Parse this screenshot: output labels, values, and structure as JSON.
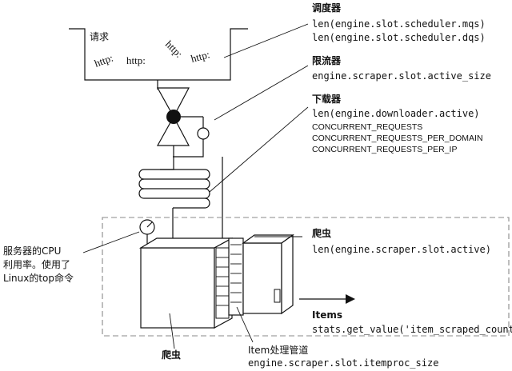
{
  "request_queue": {
    "label": "请求",
    "http_items": [
      "http:",
      "http:",
      "http:",
      "http:"
    ]
  },
  "scheduler": {
    "title": "调度器",
    "lines": [
      "len(engine.slot.scheduler.mqs)",
      "len(engine.slot.scheduler.dqs)"
    ]
  },
  "throttler": {
    "title": "限流器",
    "lines": [
      "engine.scraper.slot.active_size"
    ]
  },
  "downloader": {
    "title": "下载器",
    "lines": [
      "len(engine.downloader.active)",
      "CONCURRENT_REQUESTS",
      "CONCURRENT_REQUESTS_PER_DOMAIN",
      "CONCURRENT_REQUESTS_PER_IP"
    ]
  },
  "spider_region": {
    "title": "爬虫",
    "lines": [
      "len(engine.scraper.slot.active)"
    ]
  },
  "cpu_note": {
    "lines": [
      "服务器的CPU",
      "利用率。使用了",
      "Linux的top命令"
    ]
  },
  "items_output": {
    "title": "Items",
    "stat": "stats.get_value('item_scraped_count')"
  },
  "pipeline": {
    "title": "Item处理管道",
    "stat": "engine.scraper.slot.itemproc_size"
  },
  "spider_box_label": "爬虫"
}
